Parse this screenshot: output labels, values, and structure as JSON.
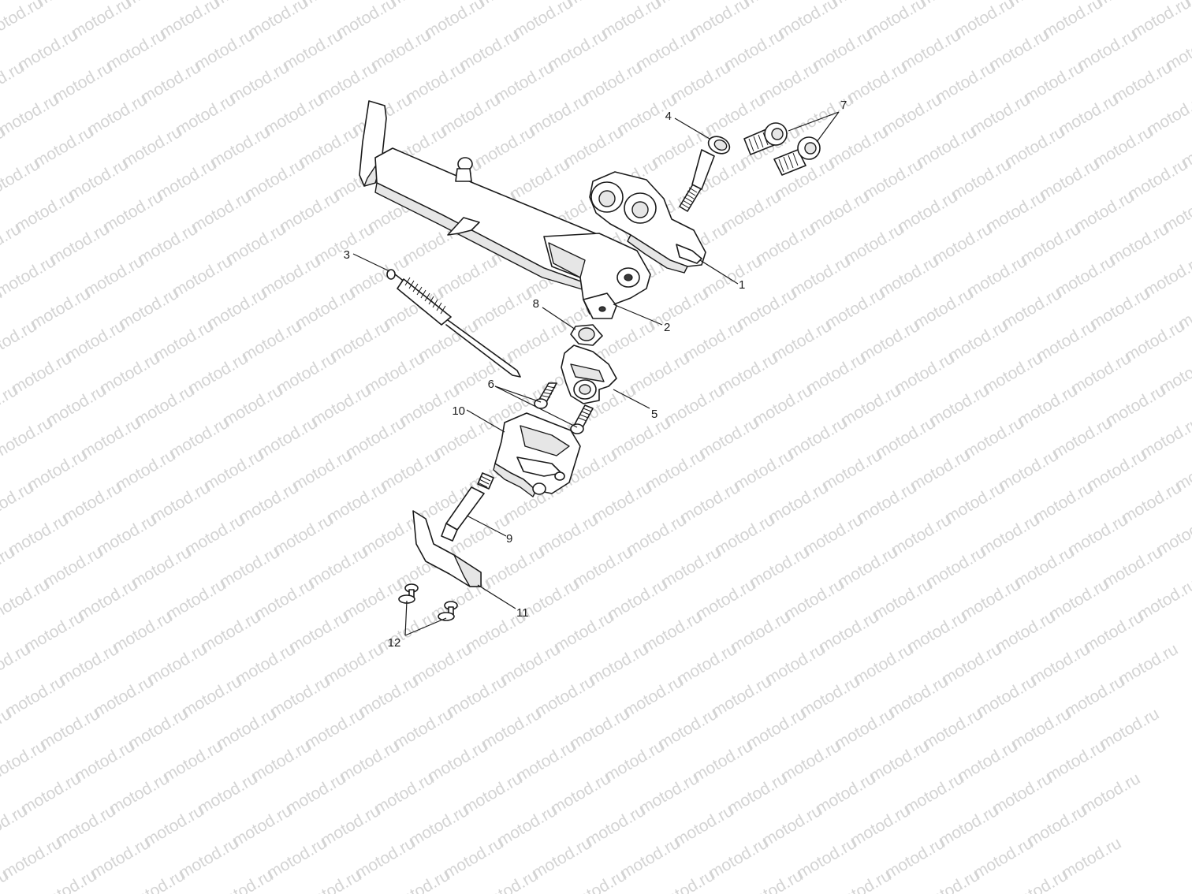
{
  "watermark": {
    "text": "motod.ru"
  },
  "callouts": [
    {
      "id": "1",
      "label": "1"
    },
    {
      "id": "2",
      "label": "2"
    },
    {
      "id": "3",
      "label": "3"
    },
    {
      "id": "4",
      "label": "4"
    },
    {
      "id": "5",
      "label": "5"
    },
    {
      "id": "6",
      "label": "6"
    },
    {
      "id": "7",
      "label": "7"
    },
    {
      "id": "8",
      "label": "8"
    },
    {
      "id": "9",
      "label": "9"
    },
    {
      "id": "10",
      "label": "10"
    },
    {
      "id": "11",
      "label": "11"
    },
    {
      "id": "12",
      "label": "12"
    }
  ],
  "colors": {
    "line": "#1a1a1a",
    "watermark": "#d4d4d4",
    "background": "#ffffff"
  }
}
